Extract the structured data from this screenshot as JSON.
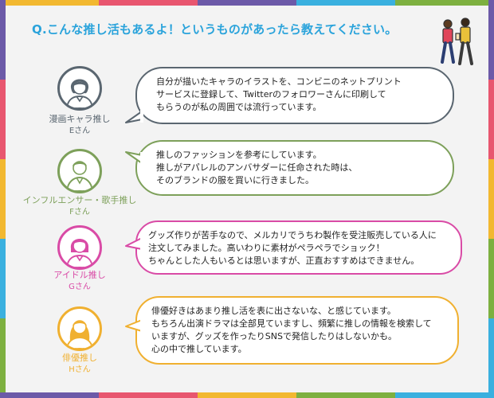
{
  "heading": "Q.こんな推し活もあるよ！というものがあったら教えてください。",
  "colors": {
    "heading": "#2aa3db",
    "frame_segments": [
      "#f2b830",
      "#e8566f",
      "#6c5aa8",
      "#3ab0df",
      "#7db040"
    ],
    "manga": "#5a6670",
    "influencer": "#7da05a",
    "idol": "#d94ba6",
    "actor": "#f0b030"
  },
  "entries": [
    {
      "role": "漫画キャラ推し",
      "name": "Eさん",
      "icon": "woman-short-hair-icon",
      "lines": [
        "自分が描いたキャラのイラストを、コンビニのネットプリント",
        "サービスに登録して、Twitterのフォロワーさんに印刷して",
        "もらうのが私の周囲では流行っています。"
      ]
    },
    {
      "role": "インフルエンサー・歌手推し",
      "name": "Fさん",
      "icon": "man-icon",
      "lines": [
        "推しのファッションを参考にしています。",
        "推しがアパレルのアンバサダーに任命された時は、",
        "そのブランドの服を買いに行きました。"
      ]
    },
    {
      "role": "アイドル推し",
      "name": "Gさん",
      "icon": "woman-bob-icon",
      "lines": [
        "グッズ作りが苦手なので、メルカリでうちわ製作を受注販売している人に",
        "注文してみました。高いわりに素材がペラペラでショック！",
        "ちゃんとした人もいるとは思いますが、正直おすすめはできません。"
      ]
    },
    {
      "role": "俳優推し",
      "name": "Hさん",
      "icon": "woman-long-hair-icon",
      "lines": [
        "俳優好きはあまり推し活を表に出さないな、と感じています。",
        "もちろん出演ドラマは全部見ていますし、頻繁に推しの情報を検索して",
        "いますが、グッズを作ったりSNSで発信したりはしないかも。",
        "心の中で推しています。"
      ]
    }
  ]
}
